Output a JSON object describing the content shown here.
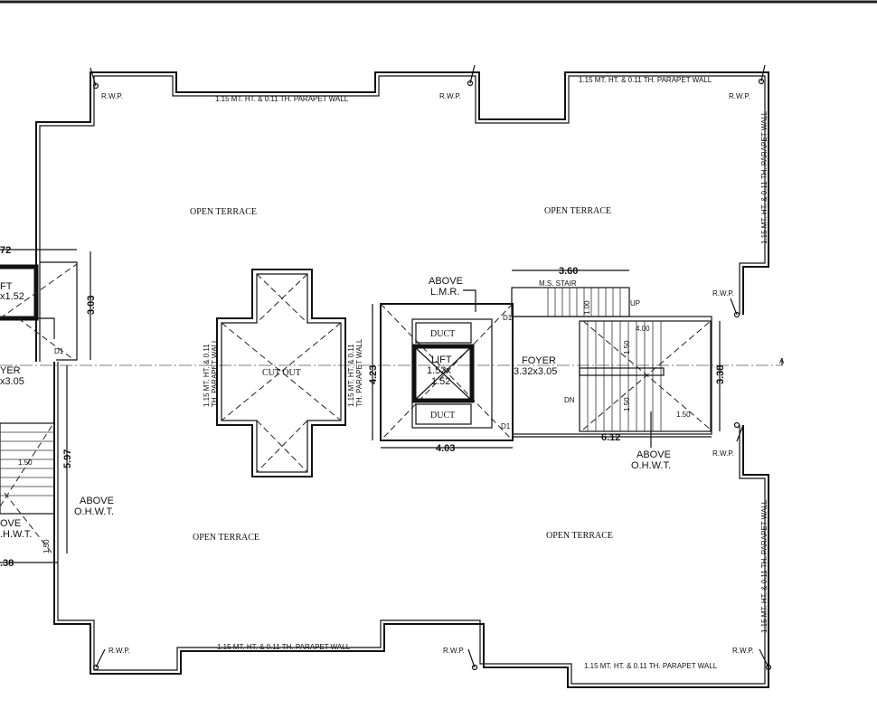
{
  "labels": {
    "rwp": "R.W.P.",
    "parapet": "1.15 MT. HT. & 0.11 TH. PARAPET WALL",
    "parapet_short_1": "1.15 MT. HT. & 0.11",
    "parapet_short_2": "TH. PARAPET WALL",
    "open_terrace": "OPEN TERRACE",
    "cut_out": "CUT OUT",
    "above_lmr_1": "ABOVE",
    "above_lmr_2": "L.M.R.",
    "above_ohwt_1": "ABOVE",
    "above_ohwt_2": "O.H.W.T.",
    "ms_stair": "M.S. STAIR",
    "up": "UP",
    "dn": "DN",
    "duct": "DUCT",
    "lift_1": "LIFT",
    "lift_2": "1.52x",
    "lift_3": "1.52",
    "foyer": "FOYER",
    "foyer_size": "3.32x3.05",
    "door": "D1",
    "axis_mark": "A",
    "left_lift_1": "FT",
    "left_lift_2": "x1.52",
    "left_foyer_1": "YER",
    "left_foyer_2": "x3.05",
    "left_above_1": "OVE",
    "left_above_2": ".H.W.T."
  },
  "dimensions": {
    "d360": "3.60",
    "d100": "1.00",
    "d400": "4.00",
    "d150a": "1.50",
    "d150b": "1.50",
    "d150c": "1.50",
    "d423": "4.23",
    "d403": "4.03",
    "d612": "6.12",
    "d338": "3.38",
    "d303": "3.03",
    "d597": "5.97",
    "d72": "72",
    "d38": ".38",
    "dl150": "1.50",
    "dl150b": "1.50"
  }
}
